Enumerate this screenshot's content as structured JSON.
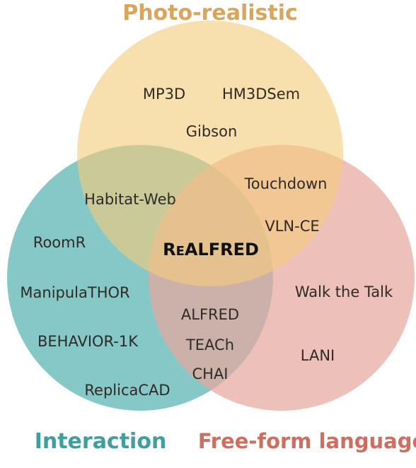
{
  "sets": {
    "photo_realistic": {
      "title": "Photo-realistic",
      "color": "#f3cc7c",
      "title_color": "#d9a55a"
    },
    "interaction": {
      "title": "Interaction",
      "color": "#57b3b2",
      "title_color": "#3f9fa0"
    },
    "free_form_language": {
      "title": "Free-form language",
      "color": "#e7a7a0",
      "title_color": "#cf6d5f"
    }
  },
  "items": {
    "mp3d": "MP3D",
    "hm3dsem": "HM3DSem",
    "gibson": "Gibson",
    "habitat_web": "Habitat-Web",
    "touchdown": "Touchdown",
    "vln_ce": "VLN-CE",
    "roomr": "RoomR",
    "manipulathor": "ManipulaTHOR",
    "behavior_1k": "BEHAVIOR-1K",
    "replicacad": "ReplicaCAD",
    "walk_the_talk": "Walk the Talk",
    "lani": "LANI",
    "alfred": "ALFRED",
    "teach": "TEACh",
    "chai": "CHAI",
    "realfred": {
      "r": "R",
      "e": "E",
      "rest": "ALFRED"
    }
  }
}
